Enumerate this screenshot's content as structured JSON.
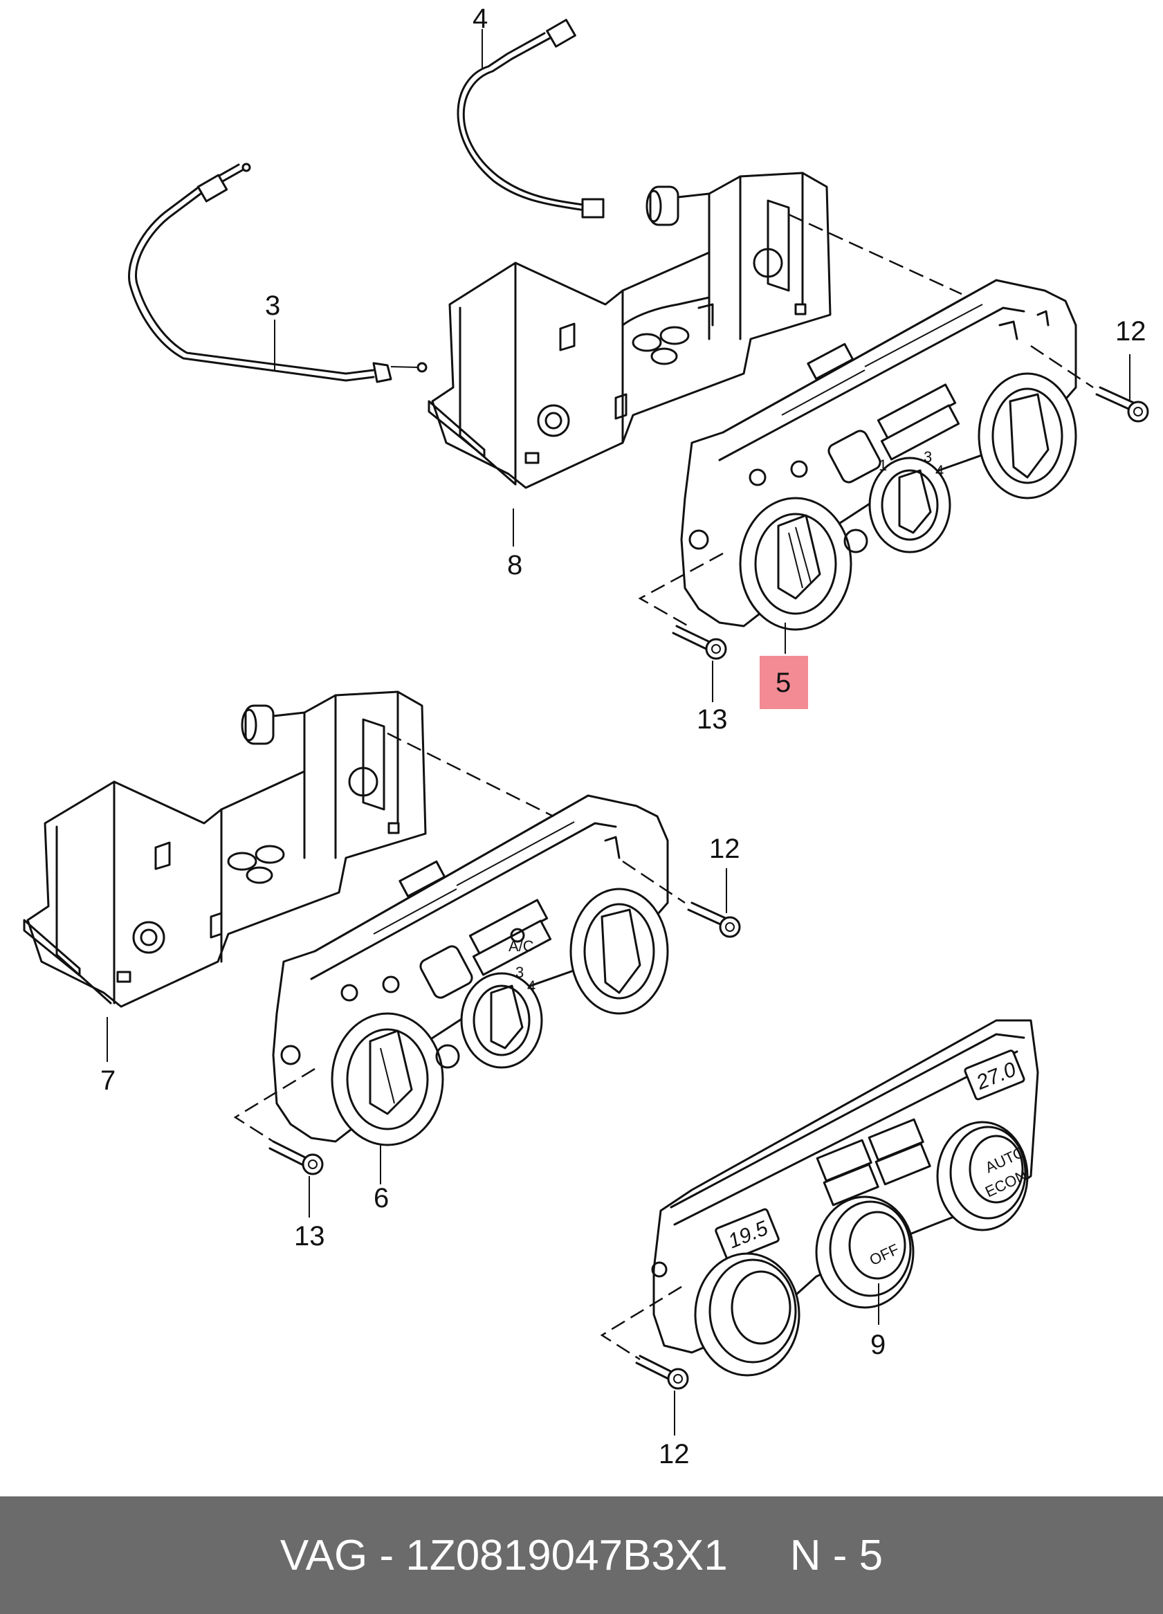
{
  "callouts": {
    "c4": "4",
    "c3": "3",
    "c8": "8",
    "c5": "5",
    "c12a": "12",
    "c13a": "13",
    "c7": "7",
    "c6": "6",
    "c12b": "12",
    "c13b": "13",
    "c9": "9",
    "c12c": "12"
  },
  "unit_text": {
    "ac_label": "A/C",
    "left_display": "19.5",
    "right_display": "27.0",
    "auto_label": "AUTO",
    "econ_label": "ECON",
    "off_label": "OFF",
    "speed_1": "1",
    "speed_3": "3",
    "speed_4": "4"
  },
  "colors": {
    "highlight": "#f28b94",
    "footer_bg": "#6b6b6b",
    "footer_text": "#ffffff"
  },
  "footer": {
    "part_number": "VAG - 1Z0819047B3X1",
    "position": "N - 5"
  }
}
